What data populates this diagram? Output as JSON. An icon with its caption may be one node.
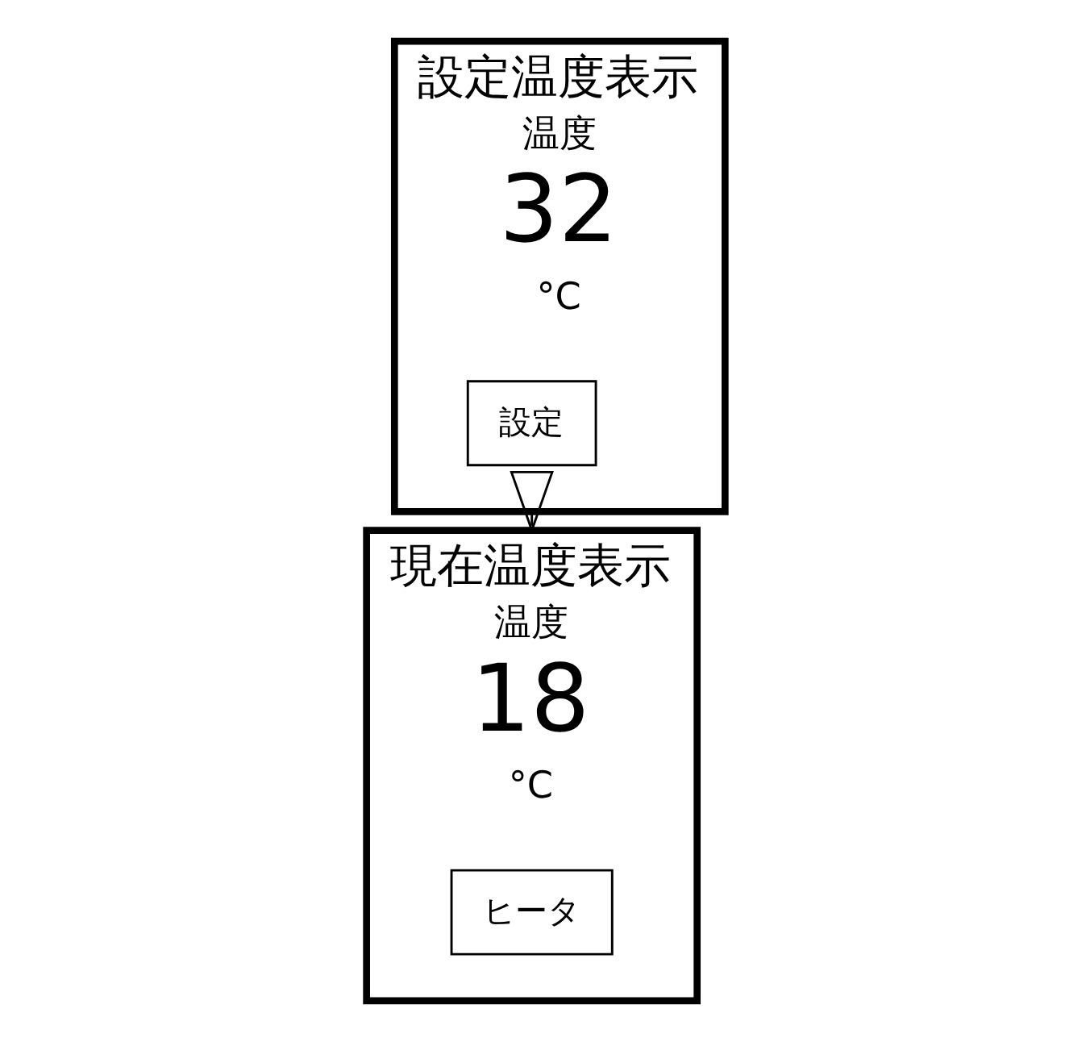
{
  "diagram": {
    "nodes": [
      {
        "text": [
          "設定温度表示",
          "温度",
          "32",
          "°C"
        ]
      },
      {
        "text": [
          "設定"
        ],
        "in": 0
      },
      {
        "text": [
          "現在温度表示",
          "温度",
          "18",
          "°C"
        ]
      },
      {
        "text": [
          "ヒータ"
        ],
        "in": 2
      }
    ],
    "edges": [
      {
        "from": 0,
        "to": 2,
        "arrow": "to"
      }
    ]
  }
}
